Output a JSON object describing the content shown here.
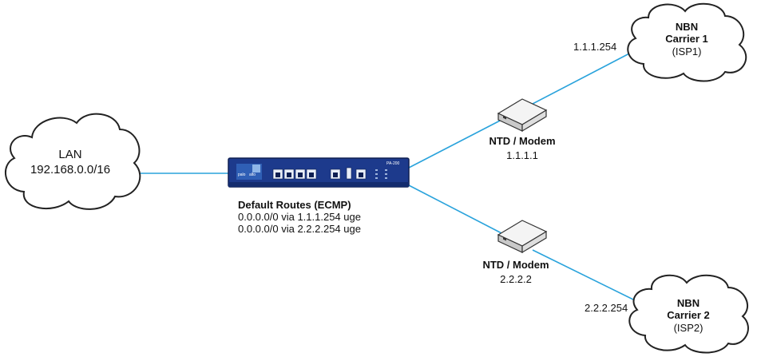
{
  "lan": {
    "title": "LAN",
    "subnet": "192.168.0.0/16"
  },
  "firewall": {
    "brand_line1": "palo",
    "brand_line2": "alto",
    "model": "PA-200"
  },
  "routes": {
    "heading": "Default Routes (ECMP)",
    "route_1": "0.0.0.0/0 via 1.1.1.254 uge",
    "route_2": "0.0.0.0/0 via 2.2.2.254 uge"
  },
  "modem_1": {
    "label": "NTD / Modem",
    "ip": "1.1.1.1"
  },
  "modem_2": {
    "label": "NTD / Modem",
    "ip": "2.2.2.2"
  },
  "carrier_1": {
    "line1": "NBN",
    "line2": "Carrier 1",
    "line3": "(ISP1)",
    "gateway_ip": "1.1.1.254"
  },
  "carrier_2": {
    "line1": "NBN",
    "line2": "Carrier 2",
    "line3": "(ISP2)",
    "gateway_ip": "2.2.2.254"
  },
  "colors": {
    "link": "#2aa3dc",
    "firewall_body": "#1d3a8c",
    "cloud_stroke": "#222222",
    "modem_body": "#e6e6e6"
  }
}
